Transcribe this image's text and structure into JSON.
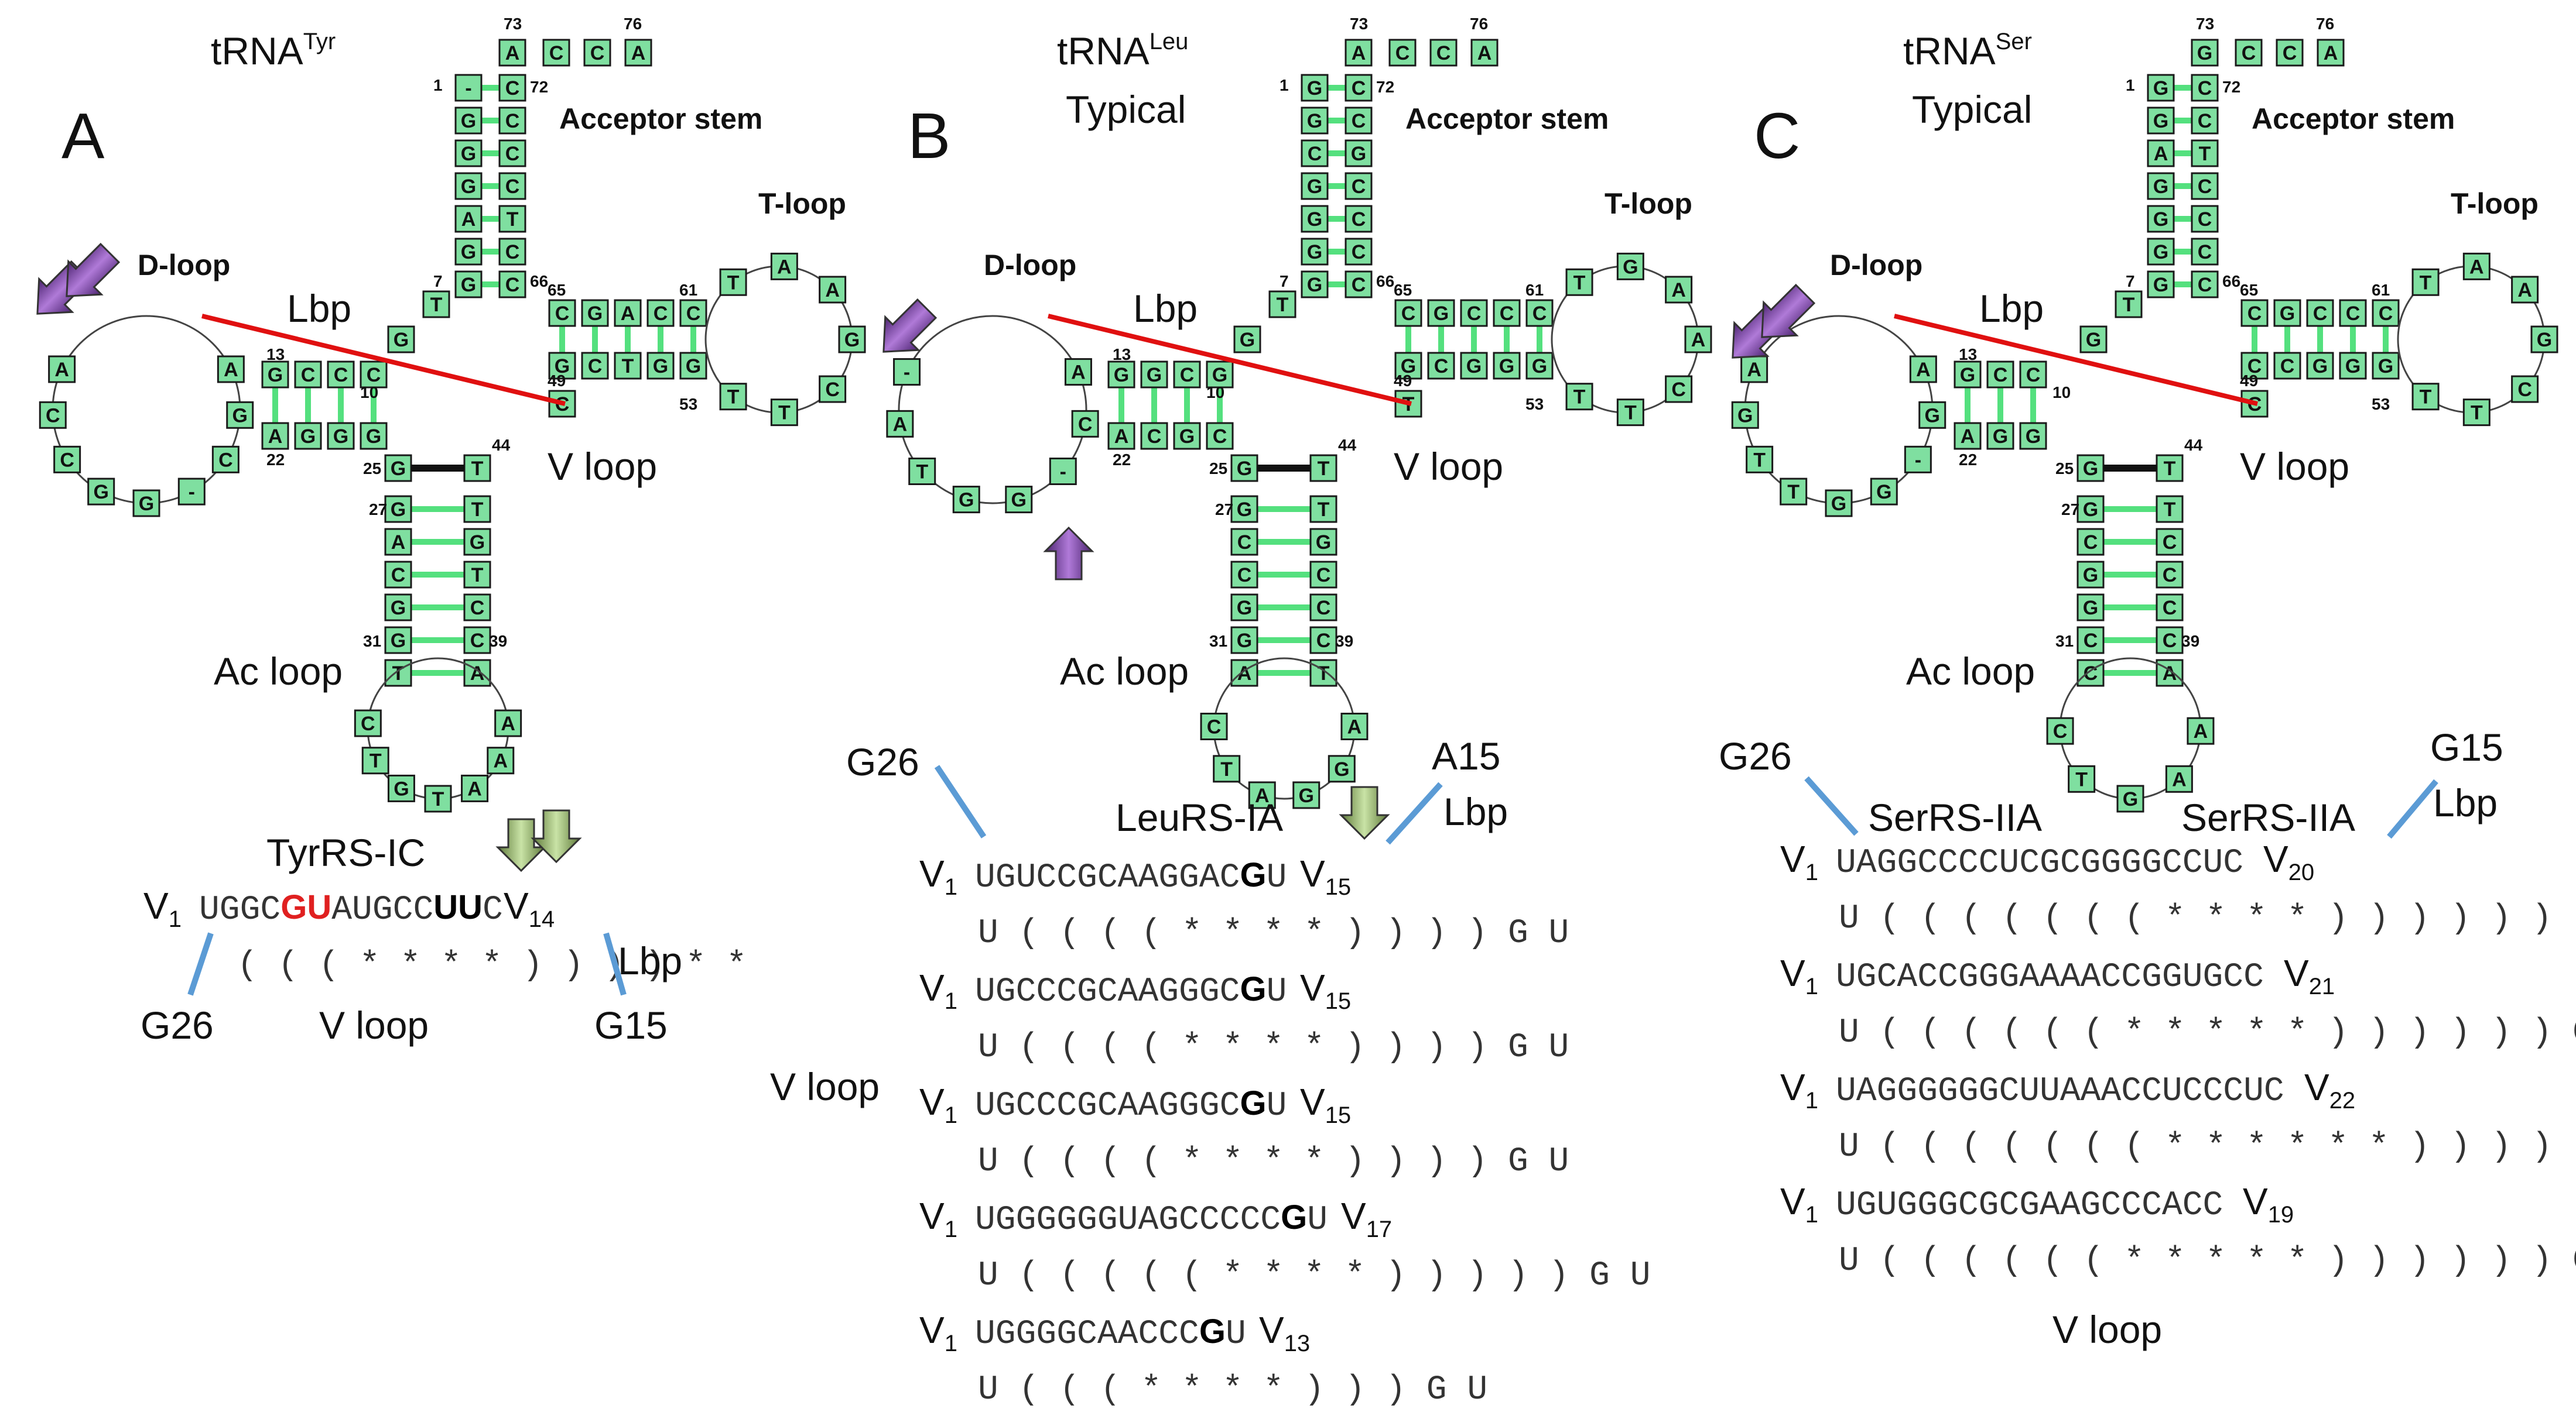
{
  "panels": [
    {
      "letter": "A",
      "trna": "tRNA",
      "trna_sup": "Tyr",
      "subtitle": "",
      "labels": {
        "acceptor": "Acceptor stem",
        "tloop": "T-loop",
        "dloop": "D-loop",
        "lbp": "Lbp",
        "vloop": "V loop",
        "acloop": "Ac loop"
      },
      "numbers": {
        "n73": "73",
        "n76": "76",
        "n1": "1",
        "n72": "72",
        "n7": "7",
        "n66": "66",
        "n65": "65",
        "n61": "61",
        "n49": "49",
        "n53": "53",
        "n13": "13",
        "n10": "10",
        "n22": "22",
        "n25": "25",
        "n44": "44",
        "n27": "27",
        "n31": "31",
        "n39": "39"
      },
      "acceptor_tail": [
        "A",
        "C",
        "C",
        "A"
      ],
      "acceptor_5": [
        "-",
        "G",
        "G",
        "G",
        "A",
        "G",
        "G"
      ],
      "acceptor_3": [
        "C",
        "C",
        "C",
        "C",
        "T",
        "C",
        "C"
      ],
      "n7_nt": "T",
      "n8_nt": "G",
      "t_5": [
        "C",
        "G",
        "A",
        "C",
        "C"
      ],
      "t_3": [
        "G",
        "C",
        "T",
        "G",
        "G"
      ],
      "t_loop": [
        "T",
        "A",
        "A",
        "G",
        "C",
        "T",
        "T"
      ],
      "v_nt": "C",
      "d_5": [
        "G",
        "C",
        "C",
        "C"
      ],
      "d_3": [
        "A",
        "G",
        "G",
        "G"
      ],
      "d_loop": [
        "A",
        "G",
        "C",
        "-",
        "G",
        "G",
        "C",
        "C",
        "A"
      ],
      "ac_5": [
        "G",
        "A",
        "C",
        "G",
        "G",
        "T"
      ],
      "ac_3": [
        "T",
        "G",
        "T",
        "C",
        "C",
        "A"
      ],
      "ac_loop": [
        "C",
        "T",
        "G",
        "T",
        "A",
        "A",
        "A"
      ],
      "enzyme": "TyrRS-IC",
      "seq_rows": [
        {
          "v1": "V",
          "v1sub": "1",
          "seq_pre": "UGGC",
          "seq_red": "GU",
          "seq_mid": "AUGCC",
          "seq_bold": "UU",
          "seq_post": "C",
          "vend": "V",
          "vendsub": "14"
        },
        {
          "struct": "(((****))))**"
        }
      ],
      "left_anchor": "G26",
      "bottom_label": "V loop",
      "right_anchor": "G15",
      "lbp_small": "Lbp"
    },
    {
      "letter": "B",
      "trna": "tRNA",
      "trna_sup": "Leu",
      "subtitle": "Typical",
      "labels": {
        "acceptor": "Acceptor stem",
        "tloop": "T-loop",
        "dloop": "D-loop",
        "lbp": "Lbp",
        "vloop": "V loop",
        "acloop": "Ac loop"
      },
      "acceptor_tail": [
        "A",
        "C",
        "C",
        "A"
      ],
      "acceptor_5": [
        "G",
        "G",
        "C",
        "G",
        "G",
        "G",
        "G"
      ],
      "acceptor_3": [
        "C",
        "C",
        "G",
        "C",
        "C",
        "C",
        "C"
      ],
      "n7_nt": "T",
      "n8_nt": "G",
      "t_5": [
        "C",
        "G",
        "C",
        "C",
        "C"
      ],
      "t_3": [
        "G",
        "C",
        "G",
        "G",
        "G"
      ],
      "t_loop": [
        "T",
        "G",
        "A",
        "A",
        "C",
        "T",
        "T"
      ],
      "v_nt": "T",
      "d_5": [
        "G",
        "G",
        "C",
        "G"
      ],
      "d_3": [
        "A",
        "C",
        "G",
        "C"
      ],
      "d_loop": [
        "A",
        "C",
        "-",
        "G",
        "G",
        "T",
        "A",
        "-"
      ],
      "ac_5": [
        "G",
        "C",
        "C",
        "G",
        "G",
        "A"
      ],
      "ac_3": [
        "T",
        "G",
        "C",
        "C",
        "C",
        "T"
      ],
      "ac_loop": [
        "C",
        "T",
        "A",
        "G",
        "G",
        "A"
      ],
      "left_anchor": "G26",
      "right_anchor": "A15",
      "lbp_small": "Lbp",
      "enzyme": "LeuRS-IA",
      "side_label": "V loop",
      "seq_rows": [
        {
          "v1": "V",
          "v1sub": "1",
          "seq_pre": "UGUCCGCAAGGAC",
          "seq_bold": "G",
          "seq_post": "U",
          "vend": "V",
          "vendsub": "15",
          "struct": "U((((****))))GU"
        },
        {
          "v1": "V",
          "v1sub": "1",
          "seq_pre": "UGCCCGCAAGGGC",
          "seq_bold": "G",
          "seq_post": "U",
          "vend": "V",
          "vendsub": "15",
          "struct": "U((((****))))GU"
        },
        {
          "v1": "V",
          "v1sub": "1",
          "seq_pre": "UGCCCGCAAGGGC",
          "seq_bold": "G",
          "seq_post": "U",
          "vend": "V",
          "vendsub": "15",
          "struct": "U((((****))))GU"
        },
        {
          "v1": "V",
          "v1sub": "1",
          "seq_pre": "UGGGGGGUAGCCCCC",
          "seq_bold": "G",
          "seq_post": "U",
          "vend": "V",
          "vendsub": "17",
          "struct": "U(((((****)))))GU"
        },
        {
          "v1": "V",
          "v1sub": "1",
          "seq_pre": "UGGGGCAACCC",
          "seq_bold": "G",
          "seq_post": "U",
          "vend": "V",
          "vendsub": "13",
          "struct": "U(((****)))GU"
        }
      ]
    },
    {
      "letter": "C",
      "trna": "tRNA",
      "trna_sup": "Ser",
      "subtitle": "Typical",
      "labels": {
        "acceptor": "Acceptor stem",
        "tloop": "T-loop",
        "dloop": "D-loop",
        "lbp": "Lbp",
        "vloop": "V loop",
        "acloop": "Ac loop"
      },
      "acceptor_tail": [
        "G",
        "C",
        "C",
        "A"
      ],
      "acceptor_5": [
        "G",
        "G",
        "A",
        "G",
        "G",
        "G",
        "G"
      ],
      "acceptor_3": [
        "C",
        "C",
        "T",
        "C",
        "C",
        "C",
        "C"
      ],
      "n7_nt": "T",
      "n8_nt": "G",
      "t_5": [
        "C",
        "G",
        "C",
        "C",
        "C"
      ],
      "t_3": [
        "C",
        "C",
        "G",
        "G",
        "G"
      ],
      "t_loop": [
        "T",
        "A",
        "A",
        "G",
        "C",
        "T",
        "T"
      ],
      "v_nt": "C",
      "d_5": [
        "G",
        "C",
        "C"
      ],
      "d_3": [
        "A",
        "G",
        "G"
      ],
      "d_loop": [
        "A",
        "G",
        "-",
        "G",
        "G",
        "T",
        "T",
        "G",
        "A"
      ],
      "ac_5": [
        "G",
        "C",
        "G",
        "G",
        "C",
        "C"
      ],
      "ac_3": [
        "T",
        "C",
        "C",
        "C",
        "C",
        "A"
      ],
      "ac_loop": [
        "C",
        "T",
        "G",
        "A",
        "A"
      ],
      "left_anchor": "G26",
      "right_anchor": "G15",
      "lbp_small": "Lbp",
      "enzyme_left": "SerRS-IIA",
      "enzyme_right": "SerRS-IIA",
      "bottom_label": "V loop",
      "seq_rows": [
        {
          "v1": "V",
          "v1sub": "1",
          "seq_pre": "UAGGCCCCUCGCGGGGCCUC",
          "vend": "V",
          "vendsub": "20",
          "struct": "U(((((((****)))))))C"
        },
        {
          "v1": "V",
          "v1sub": "1",
          "seq_pre": "UGCACCGGGAAAACCGGUGCC",
          "vend": "V",
          "vendsub": "21",
          "struct": "U((((((*****))))))C"
        },
        {
          "v1": "V",
          "v1sub": "1",
          "seq_pre": "UAGGGGGGCUUAAACCUCCCUC",
          "vend": "V",
          "vendsub": "22",
          "struct": "U(((((((******)))))))C"
        },
        {
          "v1": "V",
          "v1sub": "1",
          "seq_pre": "UGUGGGCGCGAAGCCCACC",
          "vend": "V",
          "vendsub": "19",
          "struct": "U((((((*****))))))C"
        }
      ]
    }
  ],
  "colors": {
    "nucleotide": "#7fdfa0",
    "basepair": "#54e07e",
    "lbp_line": "#e01010",
    "anchor_line": "#5b9bd5",
    "purple_arrow": "#7a3fa8",
    "green_arrow": "#a8d08d",
    "red_text": "#e02020"
  }
}
